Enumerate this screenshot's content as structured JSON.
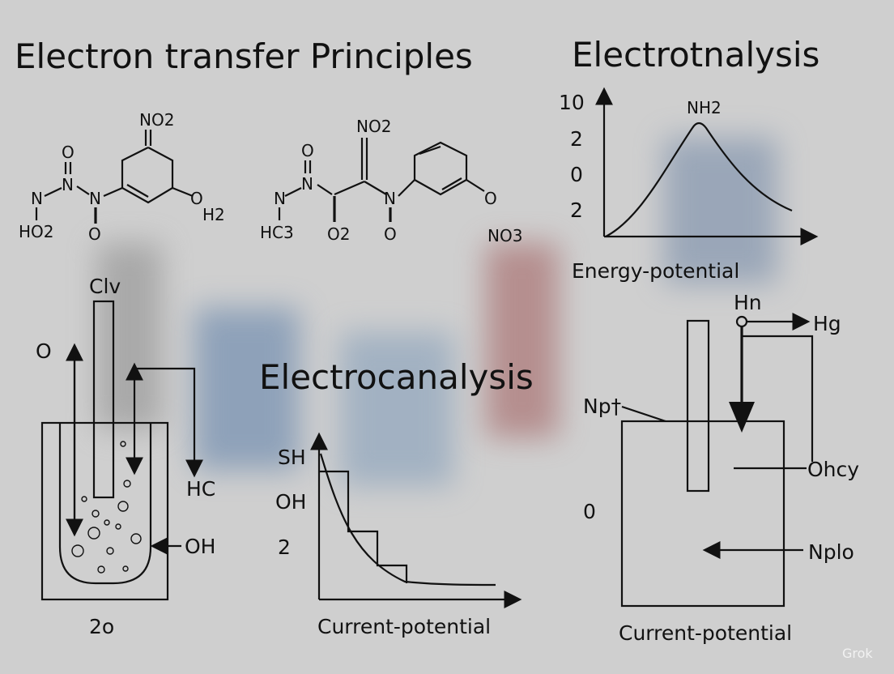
{
  "titles": {
    "main": "Electron transfer Principles",
    "top_right": "Electrotnalysis",
    "middle": "Electrocanalysis"
  },
  "molecules": {
    "left": {
      "top_group": "NO2",
      "nitroso_o": "O",
      "n1": "N",
      "n2": "N",
      "n3": "N",
      "ho2": "HO2",
      "o_bottom": "O",
      "o_right": "O",
      "h2": "H2"
    },
    "right": {
      "top_group": "NO2",
      "nitroso_o": "O",
      "n1": "N",
      "n2": "N",
      "n3": "N",
      "hc3": "HC3",
      "o2": "O2",
      "o_bottom": "O",
      "o_right": "O",
      "no3": "NO3"
    }
  },
  "energy_chart": {
    "y_ticks": [
      "10",
      "2",
      "0",
      "2"
    ],
    "peak_label": "NH2",
    "caption": "Energy-potential"
  },
  "cell_diagram": {
    "electrode_label": "Clv",
    "left_label": "O",
    "right_label": "HC",
    "oh_label": "OH",
    "bottom_label": "2o"
  },
  "current_chart": {
    "y_ticks": [
      "SH",
      "OH",
      "2"
    ],
    "caption": "Current-potential"
  },
  "right_apparatus": {
    "top_label": "Hn",
    "arrow_label": "Hg",
    "np_label": "Np†",
    "ohcy_label": "Ohcy",
    "zero_label": "0",
    "nplo_label": "Nplo",
    "caption": "Current-potential"
  },
  "watermark": "Grok"
}
